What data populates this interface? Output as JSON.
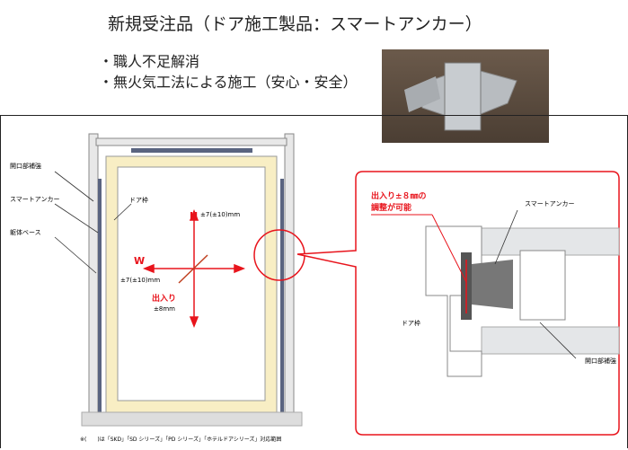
{
  "title": "新規受注品（ドア施工製品：スマートアンカー）",
  "bullets": [
    "・職人不足解消",
    "・無火気工法による施工（安心・安全）"
  ],
  "diagram": {
    "labels": {
      "opening_reinforcement": "開口部補強",
      "smart_anchor": "スマートアンカー",
      "body_base": "躯体ベース",
      "door_frame": "ドア枠"
    },
    "h_label": "H",
    "h_tol": "±7(±10)mm",
    "w_label": "W",
    "w_tol": "±7(±10)mm",
    "depth_label": "出入り",
    "depth_tol": "±8mm",
    "footnote": "※(　　)は「SKD」「SD シリーズ」「PD シリーズ」「ホテルドアシリーズ」対応範囲"
  },
  "detail": {
    "callout_line1": "出入り±８㎜の",
    "callout_line2": "調整が可能",
    "smart_anchor": "スマートアンカー",
    "door_frame": "ドア枠",
    "opening_reinforcement": "開口部補強"
  },
  "colors": {
    "accent": "#e8141c",
    "frame": "#f8eec4",
    "steel": "#5a6480"
  }
}
